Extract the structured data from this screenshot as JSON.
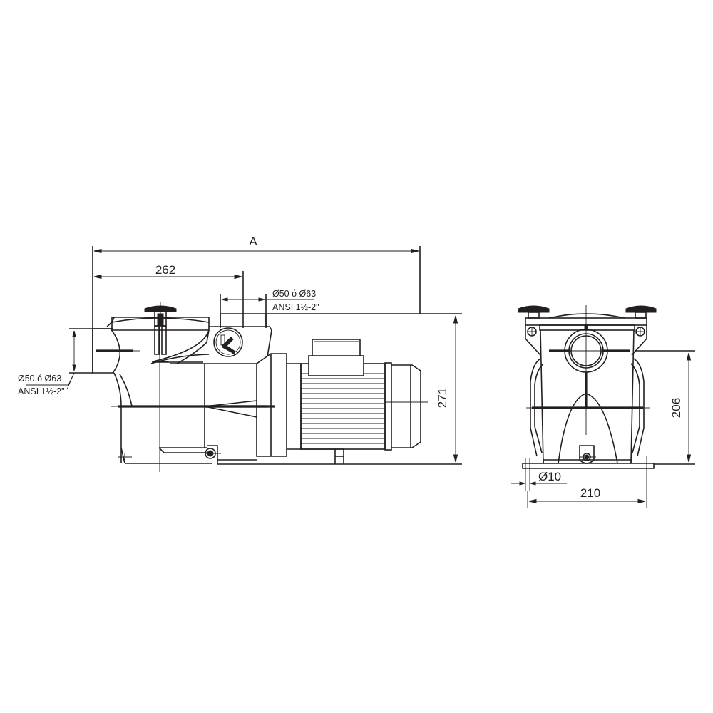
{
  "drawing": {
    "side_view": {
      "dimension_overall_length": "A",
      "dimension_inlet_to_outlet": "262",
      "dimension_height": "271",
      "outlet_label_line1": "Ø50 ó Ø63",
      "outlet_label_line2": "ANSI 1½-2\"",
      "inlet_label_line1": "Ø50 ó Ø63",
      "inlet_label_line2": "ANSI 1½-2\""
    },
    "front_view": {
      "dimension_inlet_height": "206",
      "dimension_base_width": "210",
      "dimension_bolt_hole": "Ø10"
    },
    "colors": {
      "line": "#231f20",
      "background": "#ffffff"
    }
  }
}
